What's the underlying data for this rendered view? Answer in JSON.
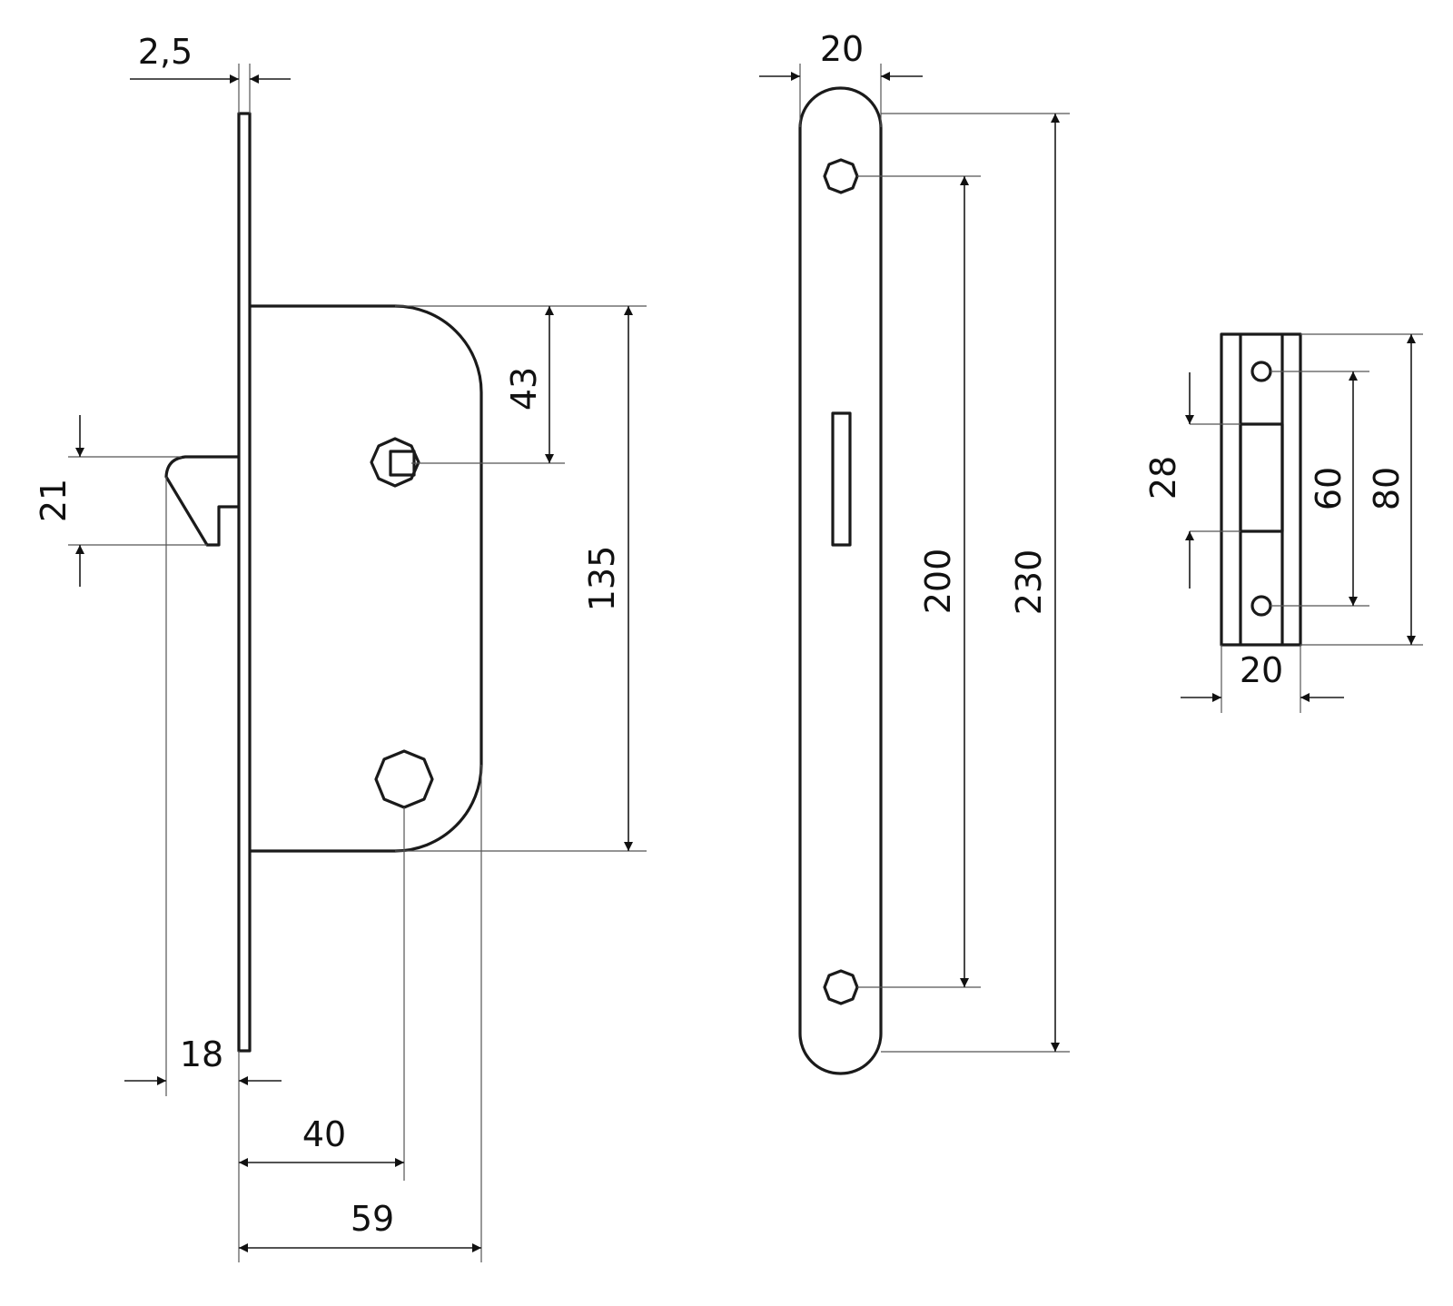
{
  "colors": {
    "line": "#1a1a1a",
    "background": "#ffffff"
  },
  "views": {
    "lock_body": {
      "faceplate_thickness": "2,5",
      "latch_height": "21",
      "spindle_to_top": "43",
      "case_height": "135",
      "latch_projection": "18",
      "backset": "40",
      "case_depth": "59"
    },
    "faceplate": {
      "width": "20",
      "screw_spacing": "200",
      "length": "230"
    },
    "strike_plate": {
      "opening_height": "28",
      "screw_spacing": "60",
      "height": "80",
      "width": "20"
    }
  }
}
